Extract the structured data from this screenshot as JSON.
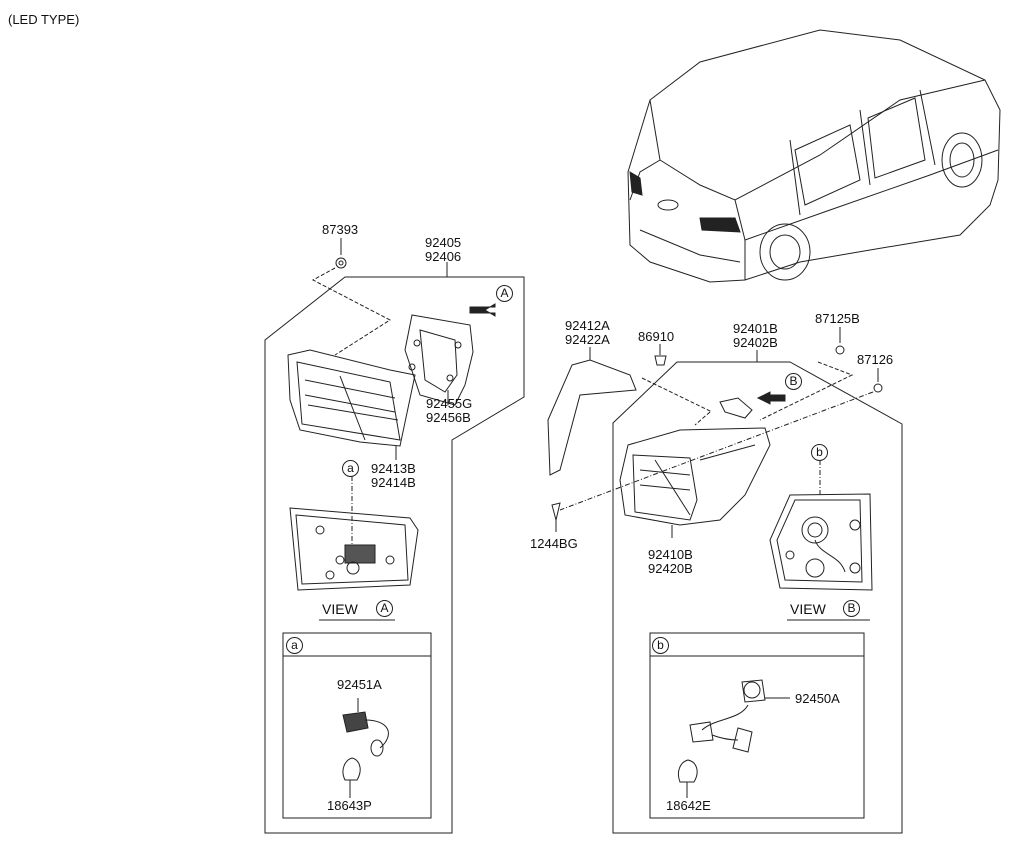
{
  "header": {
    "title": "(LED TYPE)"
  },
  "left_assembly": {
    "nut": "87393",
    "assembly": [
      "92405",
      "92406"
    ],
    "gasket": [
      "92455G",
      "92456B"
    ],
    "lamp": [
      "92413B",
      "92414B"
    ],
    "detail_marker": "a",
    "view_arrow_marker": "A",
    "view_label": "VIEW",
    "view_marker": "A",
    "detail_box": {
      "marker": "a",
      "socket": "92451A",
      "bulb": "18643P"
    }
  },
  "right_assembly": {
    "garnish": [
      "92412A",
      "92422A"
    ],
    "clip": "86910",
    "assembly": [
      "92401B",
      "92402B"
    ],
    "screw_top": "87125B",
    "screw": "87126",
    "bolt": "1244BG",
    "lamp": [
      "92410B",
      "92420B"
    ],
    "view_arrow_marker": "B",
    "detail_marker": "b",
    "view_label": "VIEW",
    "view_marker": "B",
    "detail_box": {
      "marker": "b",
      "socket": "92450A",
      "bulb": "18642E"
    }
  }
}
